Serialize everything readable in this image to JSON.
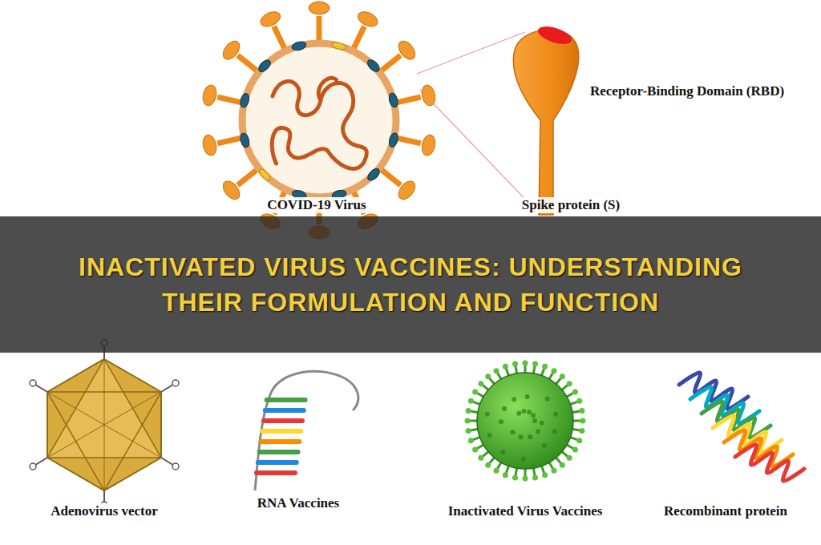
{
  "diagram": {
    "title": "INACTIVATED VIRUS VACCINES: UNDERSTANDING THEIR FORMULATION AND FUNCTION",
    "labels": [
      "Receptor-Binding Domain (RBD)",
      "COVID-19 Virus",
      "Spike protein (S)",
      "Adenovirus vector",
      "RNA Vaccines",
      "Inactivated Virus Vaccines",
      "Recombinant protein"
    ]
  }
}
